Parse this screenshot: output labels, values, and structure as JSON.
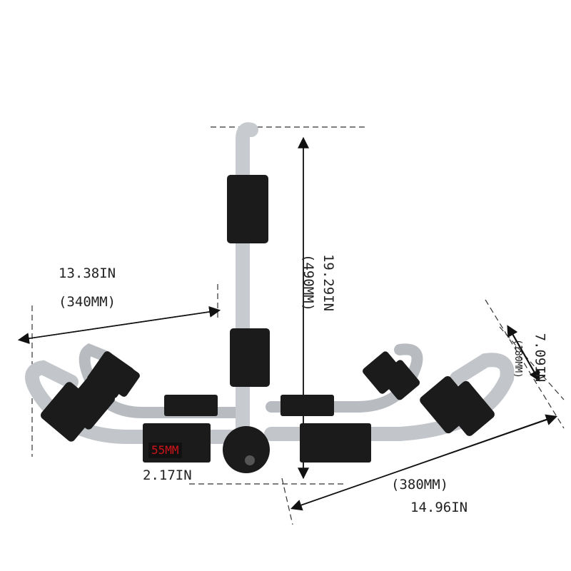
{
  "dimensions": {
    "length": {
      "inches": "13.38IN",
      "mm": "(340MM)"
    },
    "height": {
      "inches": "19.29IN",
      "mm": "(490MM)"
    },
    "depth": {
      "inches": "7.09IN",
      "mm": "(180MM)"
    },
    "pad_width": {
      "mm": "55MM",
      "inches": "2.17IN"
    },
    "width": {
      "mm": "(380MM)",
      "inches": "14.96IN"
    }
  },
  "colors": {
    "tube": "#c9ccd0",
    "foam": "#1a1a1a",
    "annotation": "#222222",
    "highlight": "#d0141a"
  }
}
